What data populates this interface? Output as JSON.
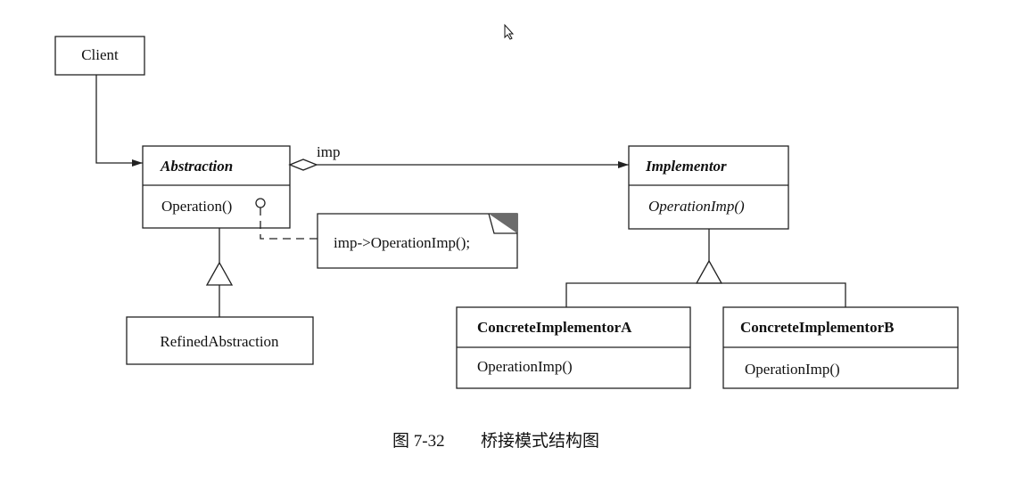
{
  "diagram": {
    "client": {
      "name": "Client"
    },
    "abstraction": {
      "name": "Abstraction",
      "operation": "Operation()"
    },
    "association_label": "imp",
    "note": {
      "text": "imp->OperationImp();"
    },
    "implementor": {
      "name": "Implementor",
      "operation": "OperationImp()"
    },
    "refined_abstraction": {
      "name": "RefinedAbstraction"
    },
    "concrete_a": {
      "name": "ConcreteImplementorA",
      "operation": "OperationImp()"
    },
    "concrete_b": {
      "name": "ConcreteImplementorB",
      "operation": "OperationImp()"
    }
  },
  "caption": {
    "figure": "图 7-32",
    "title": "桥接模式结构图"
  },
  "colors": {
    "line": "#222222",
    "note_corner": "#6b6b6b"
  }
}
